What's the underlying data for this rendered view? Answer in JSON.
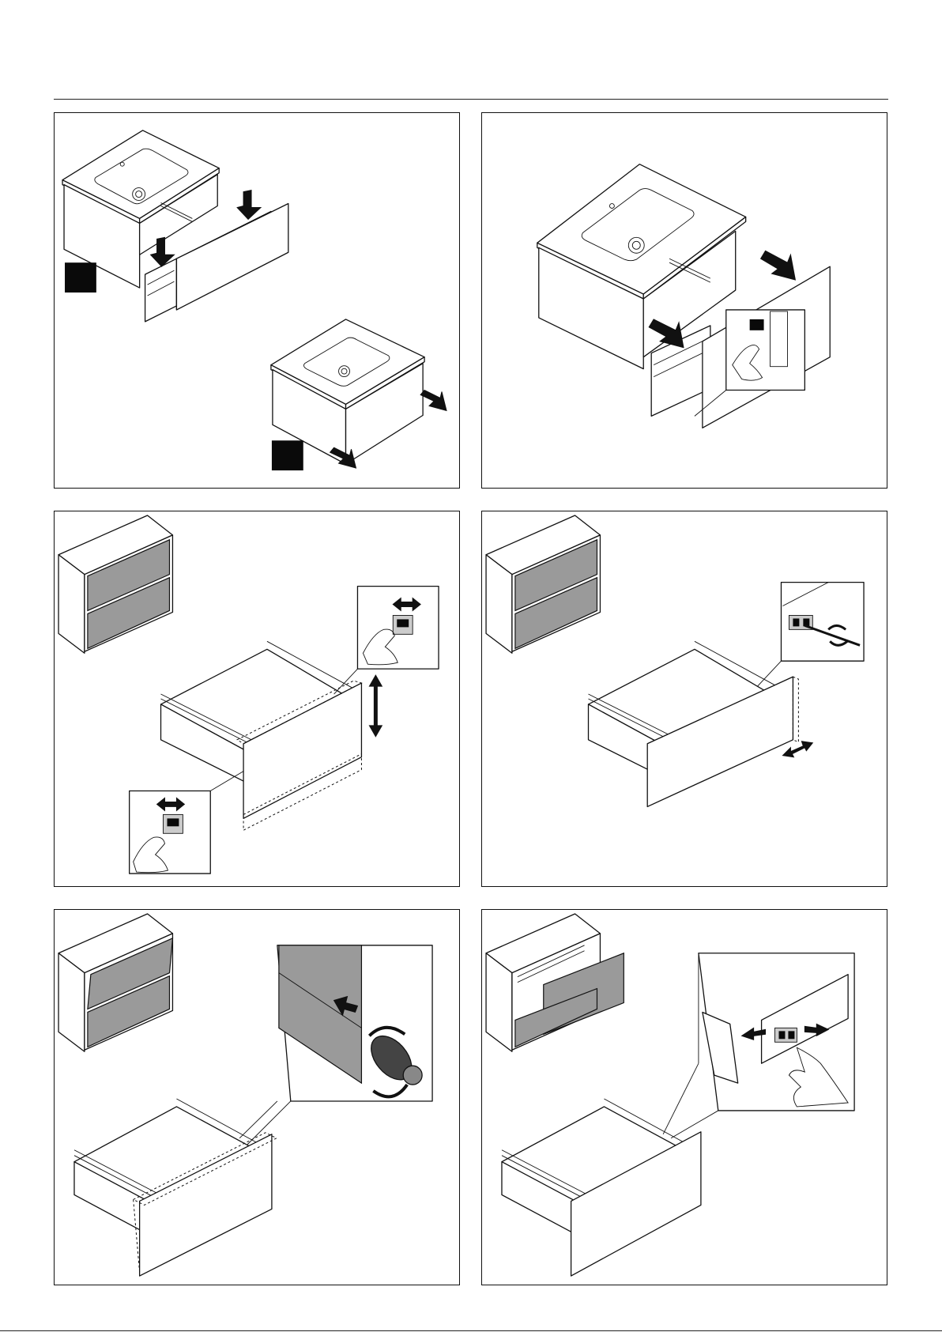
{
  "page": {
    "kind": "assembly-instructions",
    "panels": [
      {
        "id": 1,
        "content": "vanity-unit-mounting"
      },
      {
        "id": 2,
        "content": "drawer-insertion-release"
      },
      {
        "id": 3,
        "content": "drawer-front-height-adjustment"
      },
      {
        "id": 4,
        "content": "drawer-front-side-adjustment"
      },
      {
        "id": 5,
        "content": "drawer-tilt-adjustment"
      },
      {
        "id": 6,
        "content": "drawer-removal"
      }
    ]
  },
  "colors": {
    "line": "#111111",
    "front_fill": "#9a9a9a",
    "marker": "#0a0a0a",
    "background": "#ffffff"
  },
  "icons": [
    "arrow-icon",
    "double-arrow-icon",
    "rotate-arrow-icon",
    "hand-icon"
  ]
}
